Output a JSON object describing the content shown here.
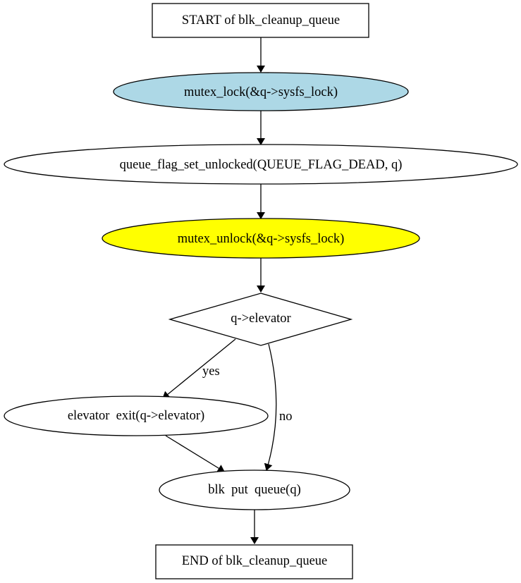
{
  "diagram": {
    "type": "flowchart",
    "nodes": {
      "start": {
        "label": "START of blk_cleanup_queue",
        "shape": "box",
        "fill": "#ffffff"
      },
      "lock": {
        "label": "mutex_lock(&q->sysfs_lock)",
        "shape": "ellipse",
        "fill": "#add8e6"
      },
      "flagset": {
        "label": "queue_flag_set_unlocked(QUEUE_FLAG_DEAD, q)",
        "shape": "ellipse",
        "fill": "#ffffff"
      },
      "unlock": {
        "label": "mutex_unlock(&q->sysfs_lock)",
        "shape": "ellipse",
        "fill": "#ffff00"
      },
      "cond": {
        "label": "q->elevator",
        "shape": "diamond",
        "fill": "#ffffff"
      },
      "elvexit": {
        "label": "elevator  exit(q->elevator)",
        "shape": "ellipse",
        "fill": "#ffffff"
      },
      "putq": {
        "label": "blk  put  queue(q)",
        "shape": "ellipse",
        "fill": "#ffffff"
      },
      "end": {
        "label": "END of blk_cleanup_queue",
        "shape": "box",
        "fill": "#ffffff"
      }
    },
    "edges": [
      {
        "from": "start",
        "to": "lock",
        "label": ""
      },
      {
        "from": "lock",
        "to": "flagset",
        "label": ""
      },
      {
        "from": "flagset",
        "to": "unlock",
        "label": ""
      },
      {
        "from": "unlock",
        "to": "cond",
        "label": ""
      },
      {
        "from": "cond",
        "to": "elvexit",
        "label": "yes"
      },
      {
        "from": "cond",
        "to": "putq",
        "label": "no"
      },
      {
        "from": "elvexit",
        "to": "putq",
        "label": ""
      },
      {
        "from": "putq",
        "to": "end",
        "label": ""
      }
    ],
    "edge_labels": {
      "yes": "yes",
      "no": "no"
    }
  }
}
